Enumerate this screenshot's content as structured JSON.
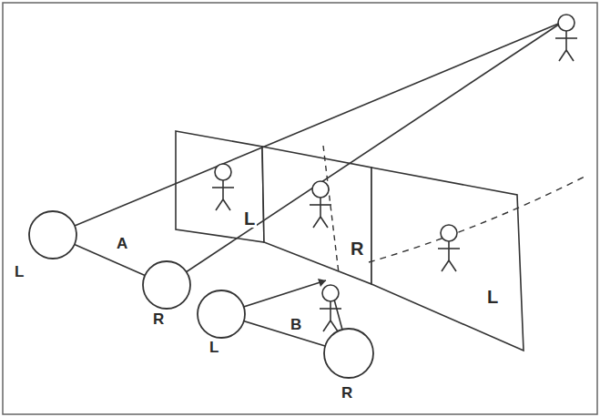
{
  "diagram": {
    "labels": [
      "L",
      "A",
      "R",
      "L",
      "B",
      "R",
      "L",
      "R",
      "L"
    ]
  }
}
